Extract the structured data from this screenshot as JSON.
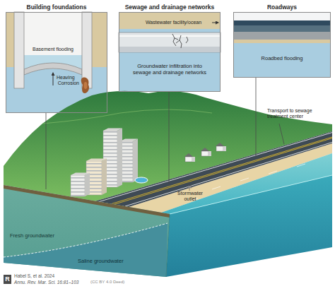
{
  "diagram": {
    "nodes": [
      {
        "text": [
          "Building foundations"
        ]
      },
      {
        "text": [
          "Sewage and drainage networks"
        ]
      },
      {
        "text": [
          "Roadways"
        ]
      }
    ],
    "labels": [
      "Basement flooding",
      "Heaving",
      "Corrosion",
      "Wastewater facility/ocean",
      "Groundwater infiltration into sewage and drainage networks",
      "Roadbed flooding",
      "Transport to sewage treatment center",
      "Stormwater outlet",
      "Fresh groundwater",
      "Saline groundwater",
      "R",
      "Habel S, et al. 2024",
      "Annu. Rev. Mar. Sci. 16:81–103",
      "(CC BY 4.0 Deed)"
    ]
  }
}
